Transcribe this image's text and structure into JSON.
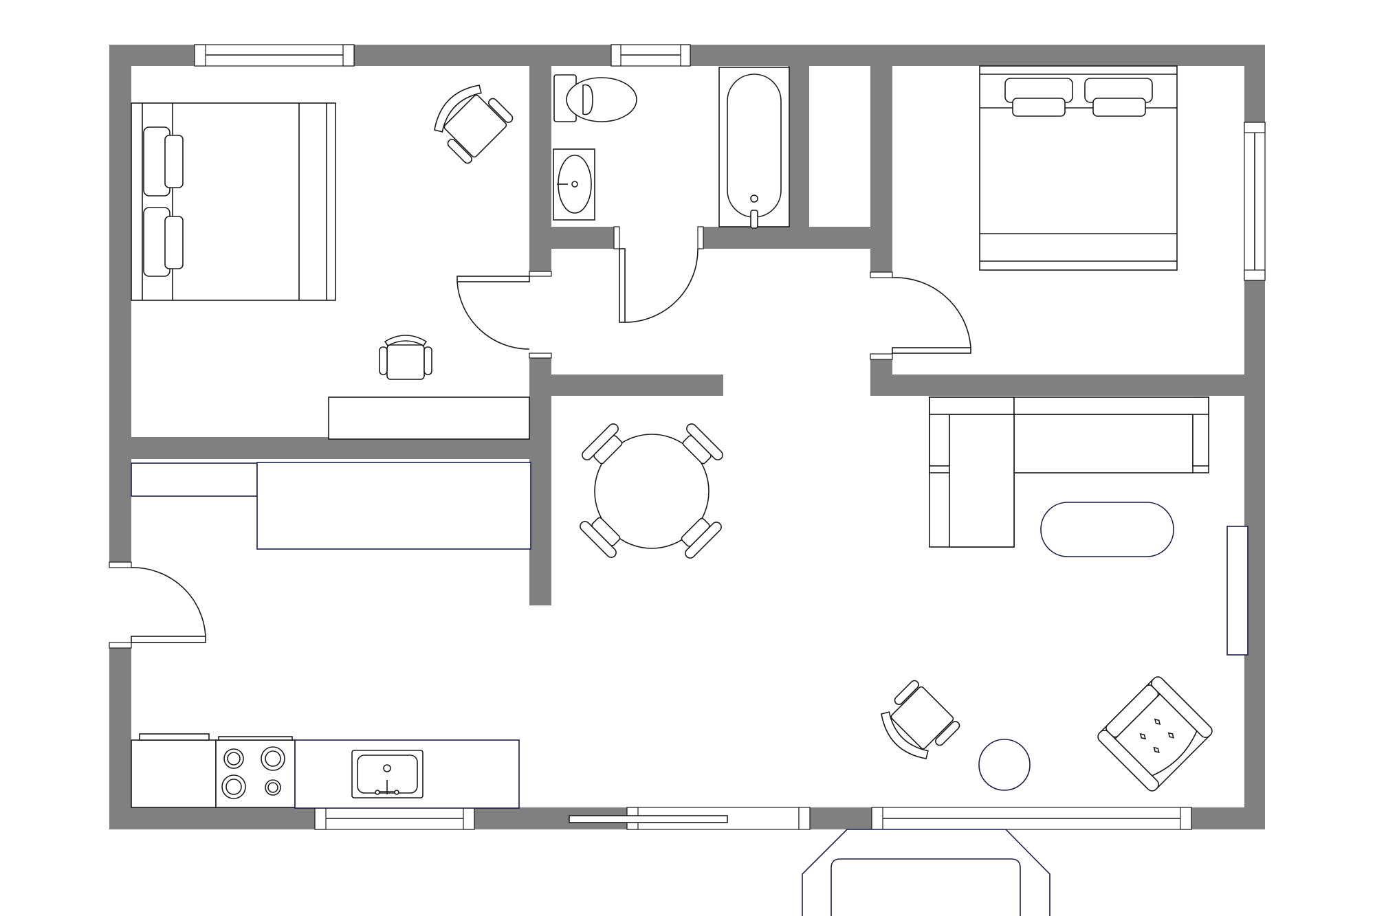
{
  "diagram": {
    "type": "floor-plan",
    "colors": {
      "wall": "#808080",
      "line": "#1a1a1a",
      "furniture_accent": "#1c1c4a",
      "background": "#ffffff"
    },
    "rooms": [
      "bedroom-left",
      "bathroom",
      "closet",
      "bedroom-right",
      "hallway",
      "dining-area",
      "living-room",
      "kitchen",
      "entrance",
      "porch"
    ],
    "icons": [
      "bed-icon",
      "office-chair-icon",
      "desk-icon",
      "toilet-icon",
      "sink-icon",
      "bathtub-icon",
      "door-icon",
      "window-icon",
      "dining-table-icon",
      "sofa-icon",
      "coffee-table-icon",
      "tv-stand-icon",
      "armchair-icon",
      "side-table-icon",
      "stove-icon",
      "kitchen-sink-icon",
      "refrigerator-icon",
      "porch-step-icon"
    ]
  }
}
